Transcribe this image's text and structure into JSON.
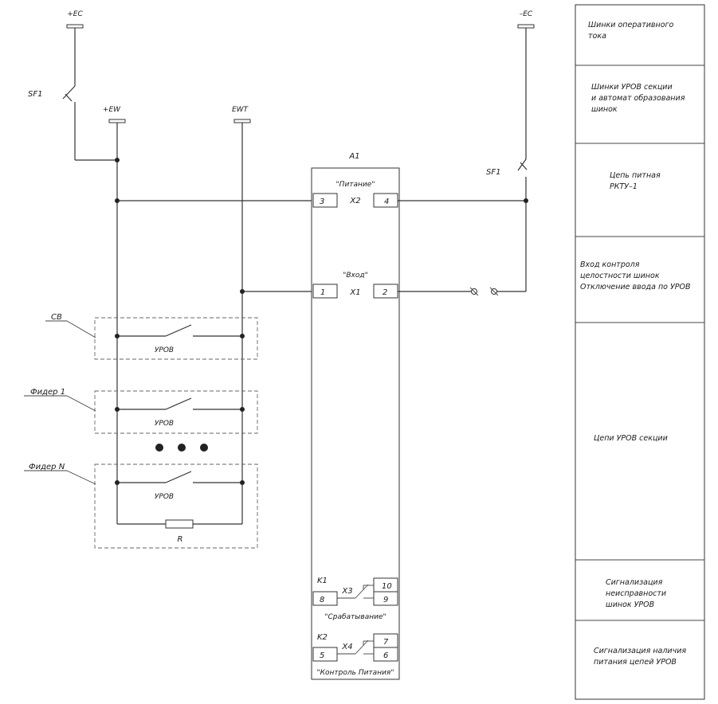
{
  "buses": {
    "plus_ec": "+EC",
    "minus_ec": "–EC",
    "plus_ew": "+EW",
    "ewt": "EWT"
  },
  "breakers": {
    "sf1_left": "SF1",
    "sf1_right": "SF1"
  },
  "device": {
    "name": "A1",
    "power_caption": "\"Питание\"",
    "power_connector": "X2",
    "power_pin_left": "3",
    "power_pin_right": "4",
    "input_caption": "\"Вход\"",
    "input_connector": "X1",
    "input_pin_left": "1",
    "input_pin_right": "2",
    "relay1": "K1",
    "relay1_connector": "X3",
    "relay1_pin_common": "8",
    "relay1_pin_top": "10",
    "relay1_pin_bottom": "9",
    "relay1_caption": "\"Срабатывание\"",
    "relay2": "K2",
    "relay2_connector": "X4",
    "relay2_pin_common": "5",
    "relay2_pin_top": "7",
    "relay2_pin_bottom": "6",
    "relay2_caption": "\"Контроль Питания\""
  },
  "feeders": {
    "cb_label": "СВ",
    "feeder1_label": "Фидер 1",
    "feederN_label": "Фидер N",
    "contact_label": "УРОВ",
    "resistor_label": "R"
  },
  "table": {
    "row1": [
      "Шинки оперативного",
      "тока"
    ],
    "row2": [
      "Шинки УРОВ секции",
      "и автомат образования",
      "шинок"
    ],
    "row3": [
      "Цепь питная",
      "РКТУ–1"
    ],
    "row4": [
      "Вход контроля",
      "целостности шинок",
      "Отключение ввода по УРОВ"
    ],
    "row5": [
      "Цепи УРОВ секции"
    ],
    "row6": [
      "Сигнализация",
      "неисправности",
      "шинок УРОВ"
    ],
    "row7": [
      "Сигнализация наличия",
      "питания цепей УРОВ"
    ]
  }
}
